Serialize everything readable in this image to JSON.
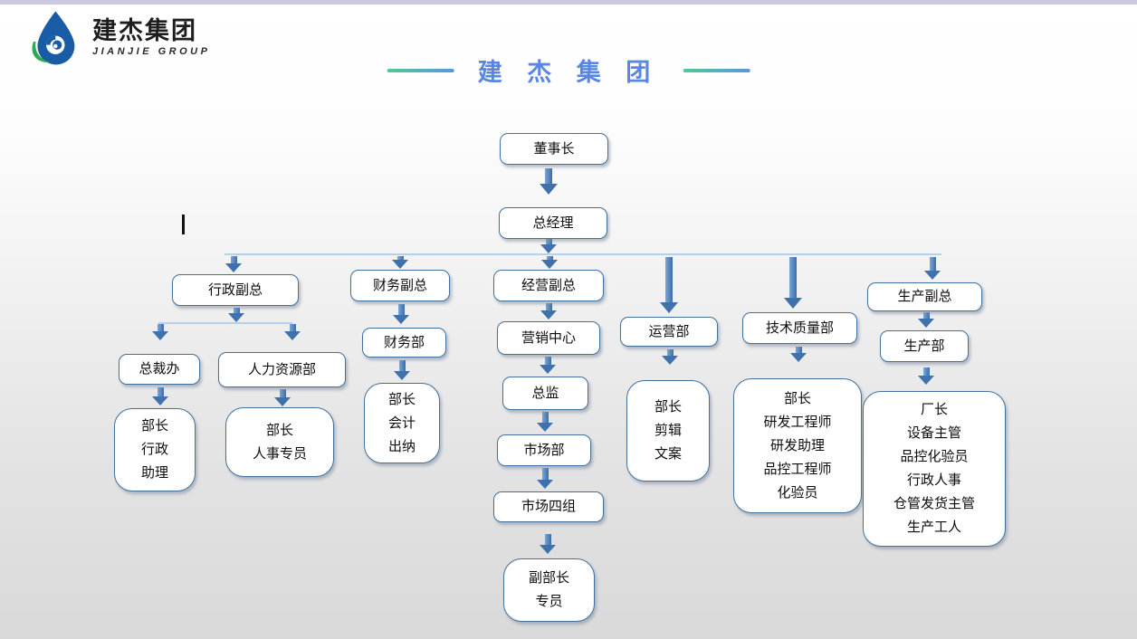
{
  "header": {
    "logo_name": "建杰集团",
    "logo_subtitle": "JIANJIE GROUP",
    "title": "建 杰 集 团"
  },
  "colors": {
    "title_blue": "#5886e2",
    "box_border_blue": "#41719c",
    "arrow_blue": "#3f72ad",
    "connector_light_blue": "#b5d0ea",
    "deco_gradient_green": "#4ecb92",
    "deco_gradient_blue": "#5b96e0",
    "logo_blue": "#1a5ba6",
    "logo_green": "#2fa84f",
    "top_strip_lavender": "#cbc9df"
  },
  "org": {
    "nodes": {
      "chairman": "董事长",
      "general_manager": "总经理",
      "admin_vp": "行政副总",
      "finance_vp": "财务副总",
      "business_vp": "经营副总",
      "operations_dept": "运营部",
      "tech_quality_dept": "技术质量部",
      "production_vp": "生产副总",
      "president_office": "总裁办",
      "hr_dept": "人力资源部",
      "admin_office_staff": "部长\n行政\n助理",
      "hr_staff": "部长\n人事专员",
      "finance_dept": "财务部",
      "finance_staff": "部长\n会计\n出纳",
      "marketing_center": "营销中心",
      "marketing_director": "总监",
      "market_dept": "市场部",
      "market_group4": "市场四组",
      "market_staff": "副部长\n专员",
      "operations_staff": "部长\n剪辑\n文案",
      "tech_quality_staff": "部长\n研发工程师\n研发助理\n品控工程师\n化验员",
      "production_dept": "生产部",
      "production_staff": "厂长\n设备主管\n品控化验员\n行政人事\n仓管发货主管\n生产工人"
    }
  }
}
